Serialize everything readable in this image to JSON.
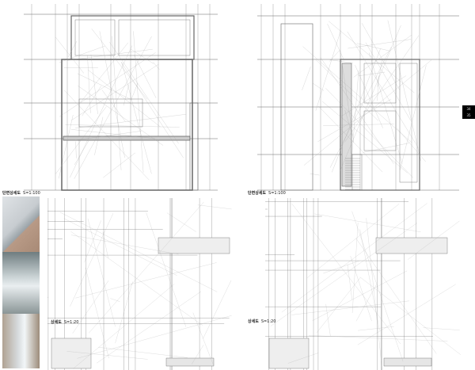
{
  "left_page": {
    "section_title": "단면상세도",
    "section_scale": "S=1:100",
    "detail_title": "상세도",
    "detail_scale": "S=1:20"
  },
  "right_page": {
    "section_title": "단면상세도",
    "section_scale": "S=1:100",
    "detail_title": "상세도",
    "detail_scale": "S=1:20"
  },
  "page_tab": {
    "top": "34",
    "bottom": "35"
  },
  "colors": {
    "line": "#555555",
    "photo_wall": "#b89a86",
    "tab": "#000000"
  }
}
